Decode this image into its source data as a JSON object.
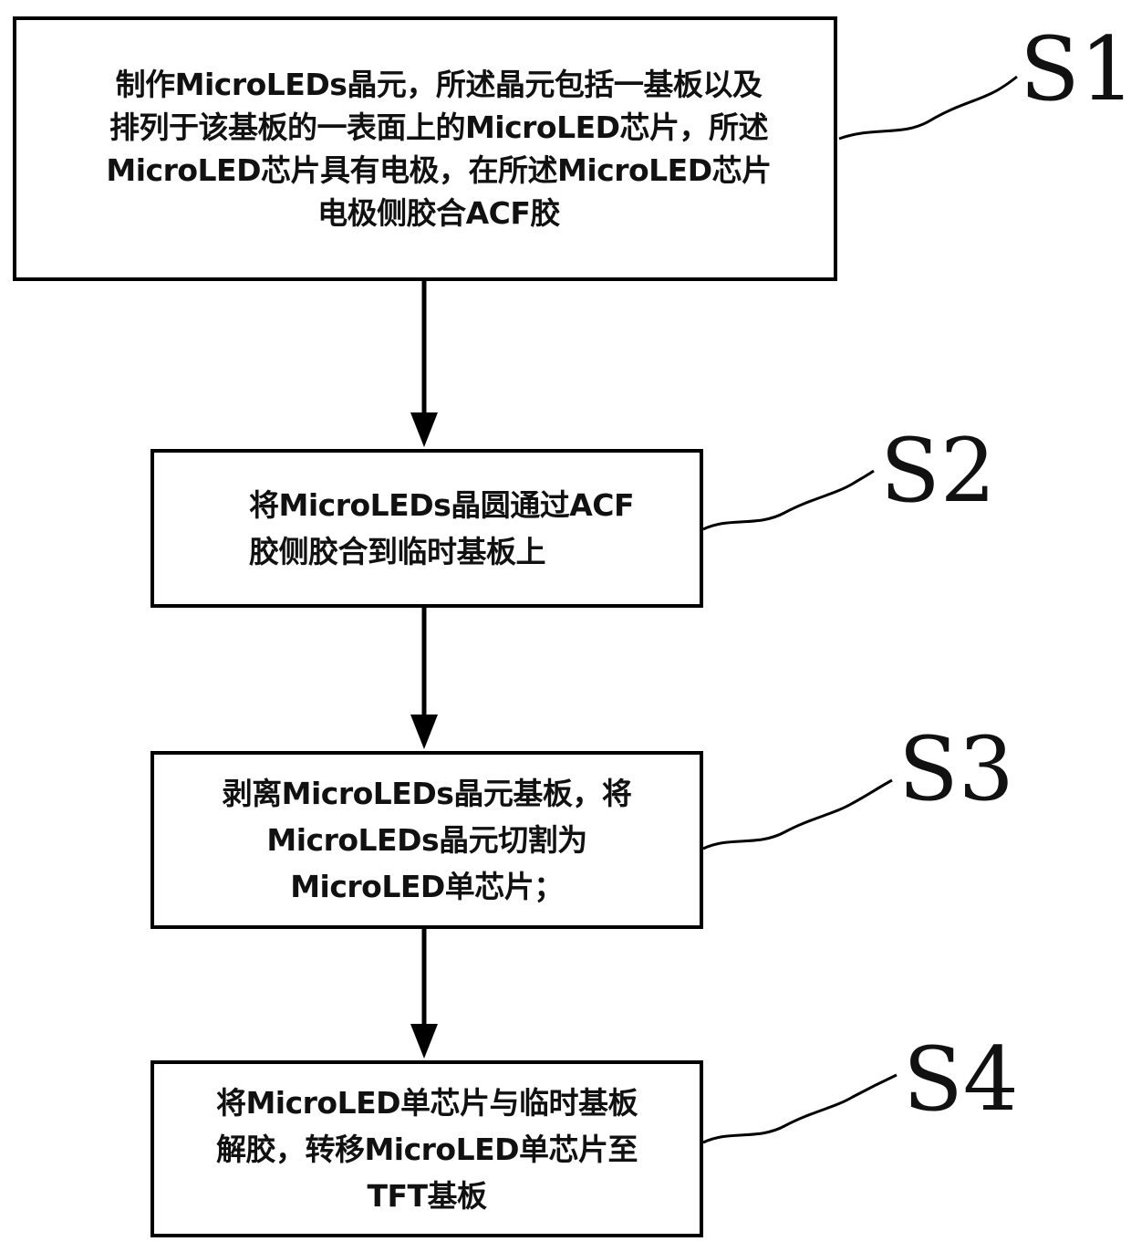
{
  "steps": [
    {
      "label": "S1",
      "lines": [
        "制作MicroLEDs晶元，所述晶元包括一基板以及",
        "排列于该基板的一表面上的MicroLED芯片，所述",
        "MicroLED芯片具有电极，在所述MicroLED芯片",
        "电极侧胶合ACF胶"
      ]
    },
    {
      "label": "S2",
      "lines": [
        "将MicroLEDs晶圆通过ACF",
        "胶侧胶合到临时基板上"
      ]
    },
    {
      "label": "S3",
      "lines": [
        "剥离MicroLEDs晶元基板，将",
        "MicroLEDs晶元切割为",
        "MicroLED单芯片；"
      ]
    },
    {
      "label": "S4",
      "lines": [
        "将MicroLED单芯片与临时基板",
        "解胶，转移MicroLED单芯片至",
        "TFT基板"
      ]
    }
  ]
}
